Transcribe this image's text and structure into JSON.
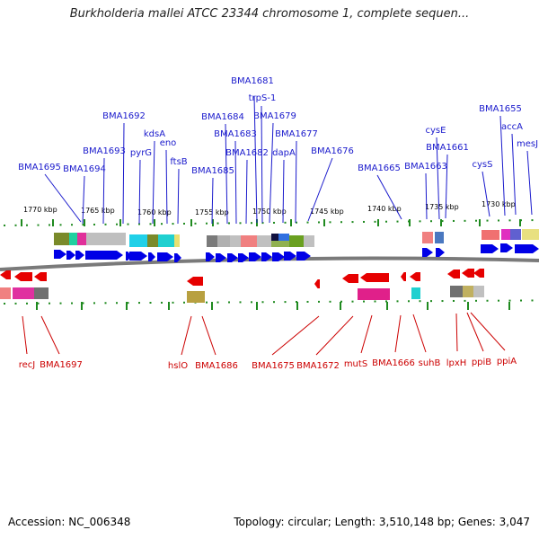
{
  "title": "Burkholderia mallei ATCC 23344 chromosome 1, complete sequen...",
  "kbp_labels": [
    "1770 kbp",
    "1765 kbp",
    "1760 kbp",
    "1755 kbp",
    "1750 kbp",
    "1745 kbp",
    "1740 kbp",
    "1735 kbp",
    "1730 kbp"
  ],
  "upper_genes": [
    "BMA1681",
    "trpS-1",
    "BMA1692",
    "BMA1684",
    "BMA1679",
    "kdsA",
    "BMA1683",
    "BMA1677",
    "eno",
    "BMA1693",
    "pyrG",
    "BMA1682",
    "dapA",
    "BMA1676",
    "ftsB",
    "BMA1695",
    "BMA1694",
    "BMA1685",
    "BMA1655",
    "accA",
    "mesJ",
    "cysE",
    "BMA1661",
    "cysS",
    "BMA1665",
    "BMA1663"
  ],
  "lower_genes": [
    "recJ",
    "BMA1697",
    "hslO",
    "BMA1686",
    "BMA1675",
    "BMA1672",
    "mutS",
    "BMA1666",
    "suhB",
    "lpxH",
    "ppiB",
    "ppiA"
  ],
  "colors": {
    "upper_label": "#1a1acc",
    "lower_label": "#cc0000",
    "forward_gene": "#0000e6",
    "reverse_gene": "#e60000",
    "backbone": "#7a7a7a",
    "tick": "#1f8a1f"
  },
  "footer": {
    "accession": "Accession: NC_006348",
    "summary": "Topology: circular; Length: 3,510,148 bp; Genes: 3,047"
  }
}
